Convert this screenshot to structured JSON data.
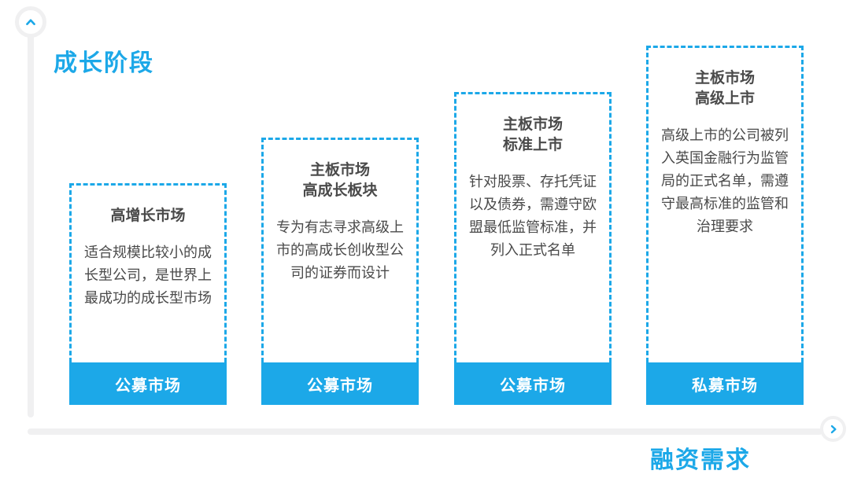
{
  "colors": {
    "accent": "#1CA8E8",
    "axis": "#F0F0F1",
    "ink": "#4A4A4A"
  },
  "axes": {
    "y_label": "成长阶段",
    "x_label": "融资需求"
  },
  "nav": {
    "up_icon": "chevron-up",
    "right_icon": "chevron-right"
  },
  "columns": [
    {
      "title": "高增长市场",
      "body": "适合规模比较小的成长型公司，是世界上最成功的成长型市场",
      "footer": "公募市场"
    },
    {
      "title": "主板市场\n高成长板块",
      "body": "专为有志寻求高级上市的高成长创收型公司的证券而设计",
      "footer": "公募市场"
    },
    {
      "title": "主板市场\n标准上市",
      "body": "针对股票、存托凭证以及债券，需遵守欧盟最低监管标准，并列入正式名单",
      "footer": "公募市场"
    },
    {
      "title": "主板市场\n高级上市",
      "body": "高级上市的公司被列入英国金融行为监管局的正式名单，需遵守最高标准的监管和治理要求",
      "footer": "私募市场"
    }
  ]
}
